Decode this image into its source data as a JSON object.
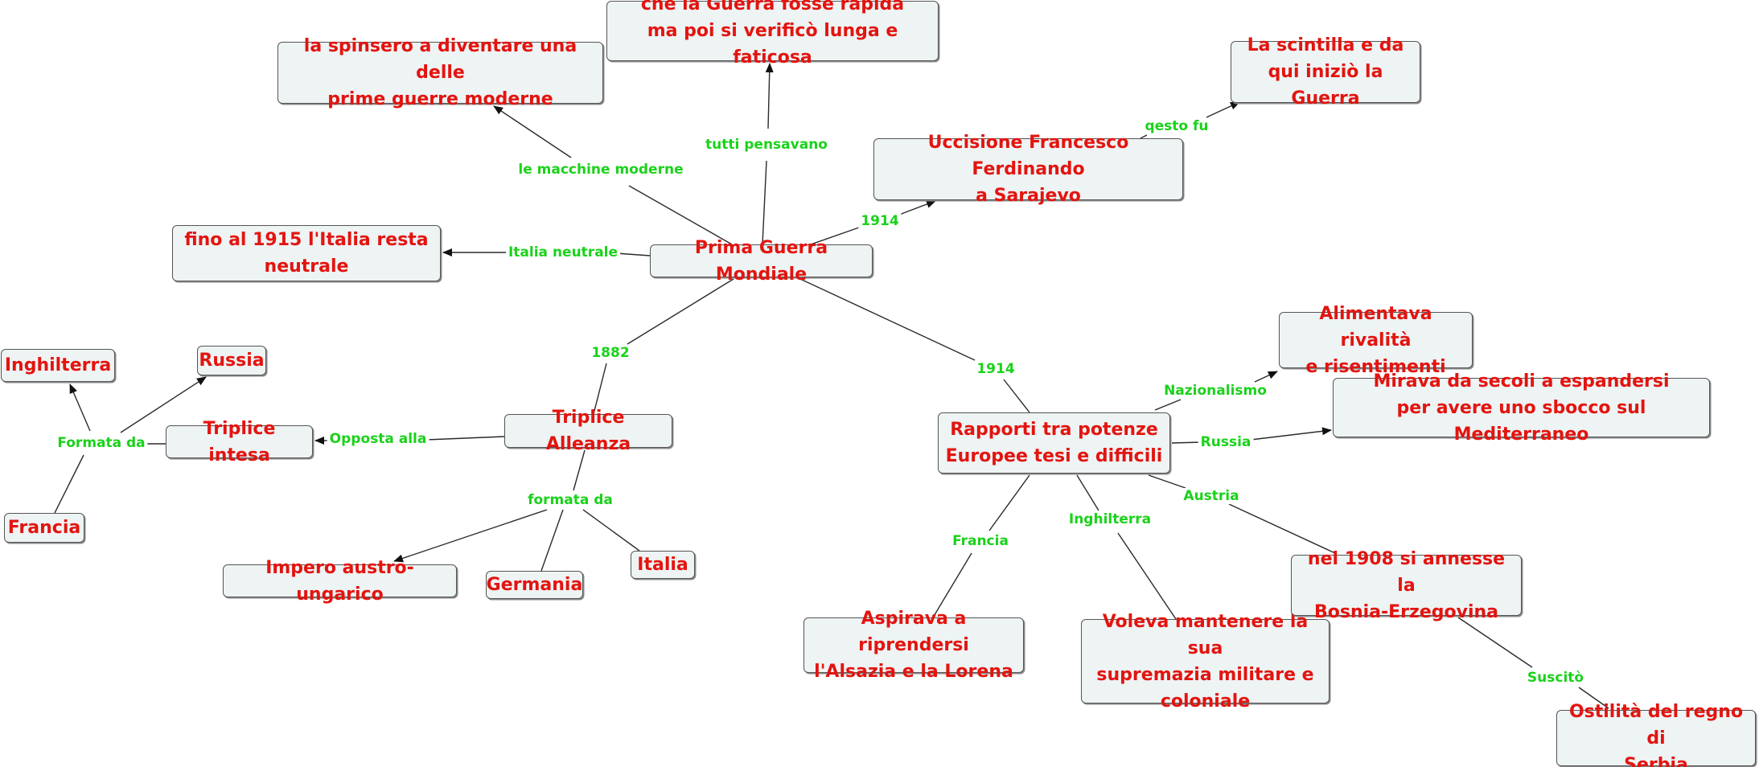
{
  "nodes": {
    "prima_guerra": "Prima Guerra Mondiale",
    "macchine": "la spinsero a diventare una delle\nprime guerre moderne",
    "rapida": "che la Guerra fosse rapida\nma poi si verificò lunga e faticosa",
    "scintilla": "La scintilla e da\nqui iniziò la Guerra",
    "uccisione": "Uccisione Francesco Ferdinando\na Sarajevo",
    "neutrale": "fino al 1915 l'Italia resta\nneutrale",
    "triplice_alleanza": "Triplice Alleanza",
    "triplice_intesa": "Triplice intesa",
    "inghilterra": "Inghilterra",
    "russia": "Russia",
    "francia": "Francia",
    "impero": "Impero austro-ungarico",
    "germania": "Germania",
    "italia": "Italia",
    "rapporti": "Rapporti tra potenze\nEuropee tesi e difficili",
    "alimentava": "Alimentava rivalità\ne risentimenti",
    "mirava": "Mirava da secoli a espandersi\nper avere uno sbocco sul Mediterraneo",
    "aspirava": "Aspirava a riprendersi\nl'Alsazia e la Lorena",
    "voleva": "Voleva mantenere la sua\nsupremazia militare e\ncoloniale",
    "annesse": "nel 1908 si annesse la\nBosnia-Erzegovina",
    "ostilita": "Ostilità del regno di\nSerbia"
  },
  "labels": {
    "macchine_moderne": "le macchine moderne",
    "tutti_pensavano": "tutti pensavano",
    "anno_1914_a": "1914",
    "qesto_fu": "qesto fu",
    "italia_neutrale": "Italia neutrale",
    "anno_1882": "1882",
    "anno_1914_b": "1914",
    "opposta_alla": "Opposta alla",
    "formata_da_intesa": "Formata da",
    "formata_da_alleanza": "formata da",
    "nazionalismo": "Nazionalismo",
    "russia": "Russia",
    "austria": "Austria",
    "francia": "Francia",
    "inghilterra": "Inghilterra",
    "suscito": "Suscitò"
  },
  "colors": {
    "node_text": "#e3140f",
    "link_label": "#1ad21a",
    "node_fill": "#eef3f4"
  }
}
